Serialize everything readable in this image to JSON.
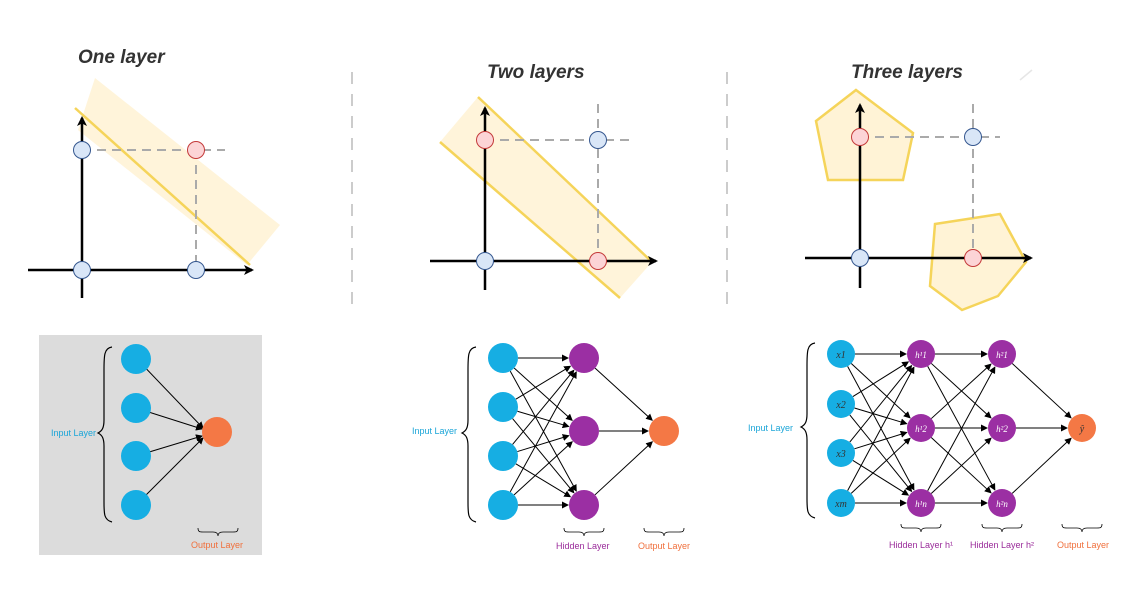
{
  "panels": [
    {
      "title": "One layer"
    },
    {
      "title": "Two layers"
    },
    {
      "title": "Three layers"
    }
  ],
  "networks": [
    {
      "input_label": "Input Layer",
      "output_label": "Output Layer",
      "hidden_labels": []
    },
    {
      "input_label": "Input Layer",
      "output_label": "Output Layer",
      "hidden_labels": [
        "Hidden Layer"
      ]
    },
    {
      "input_label": "Input Layer",
      "output_label": "Output Layer",
      "hidden_labels": [
        "Hidden Layer h¹",
        "Hidden Layer h²"
      ],
      "input_nodes": [
        "x1",
        "x2",
        "x3",
        "xm"
      ],
      "hidden1_nodes": [
        "h¹1",
        "h¹2",
        "h¹n"
      ],
      "hidden2_nodes": [
        "h²1",
        "h²2",
        "h²n"
      ],
      "output_node": "ŷ"
    }
  ],
  "colors": {
    "input_node": "#16aee3",
    "hidden_node": "#9b2fa3",
    "output_node": "#f47845",
    "point_blue": "#d9e6f7",
    "point_red": "#fcd4d6",
    "region_fill": "#fff3d6",
    "region_stroke": "#f5d45a",
    "gray_panel": "#dcdcdc"
  }
}
